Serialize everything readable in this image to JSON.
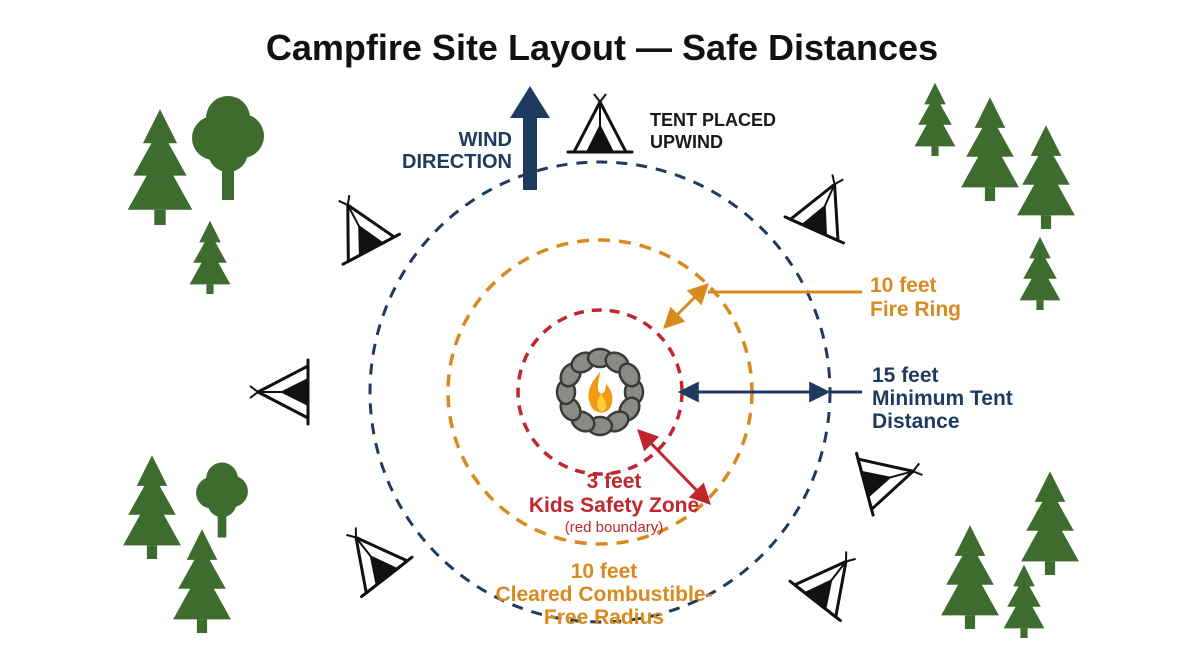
{
  "title": "Campfire Site Layout — Safe Distances",
  "colors": {
    "navy": "#1f3a5f",
    "orange": "#d98a1e",
    "red": "#c0262d",
    "tree": "#3e6b2e",
    "stone": "#8a8a86",
    "flame": "#f29a16"
  },
  "wind": {
    "line1": "WIND",
    "line2": "DIRECTION"
  },
  "tent_note": {
    "line1": "TENT PLACED",
    "line2": "UPWIND"
  },
  "labels": {
    "fire_ring": {
      "line1": "10 feet",
      "line2": "Fire Ring"
    },
    "tent_distance": {
      "line1": "15 feet",
      "line2": "Minimum Tent",
      "line3": "Distance"
    },
    "kids_zone": {
      "line1": "3 feet",
      "line2": "Kids Safety Zone",
      "line3": "(red boundary)"
    },
    "cleared": {
      "line1": "10 feet",
      "line2": "Cleared Combustible-",
      "line3": "Free Radius"
    }
  },
  "icons": [
    "campfire-icon",
    "tent-icon",
    "pine-tree-icon",
    "deciduous-tree-icon",
    "wind-arrow-icon"
  ]
}
